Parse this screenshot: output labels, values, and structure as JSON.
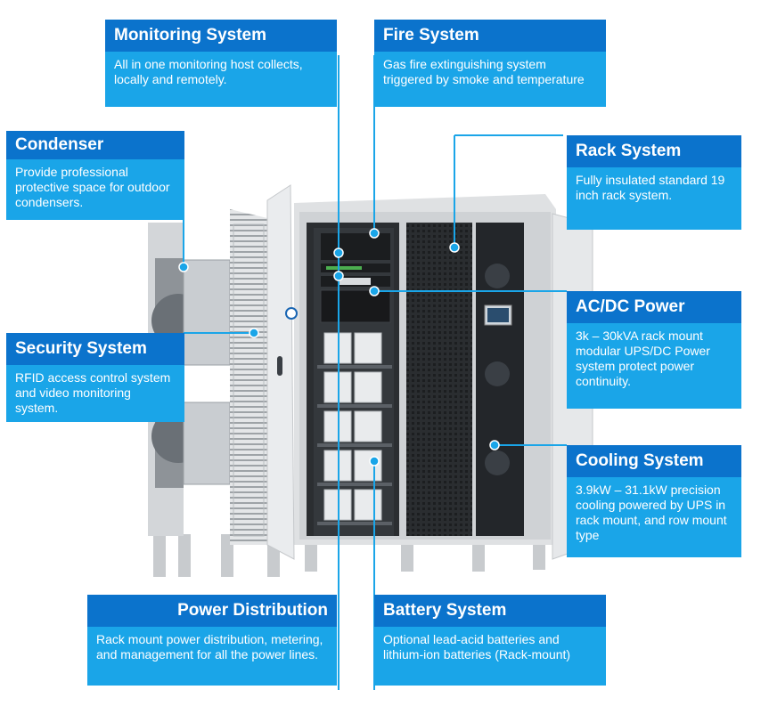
{
  "callouts": {
    "monitoring": {
      "title": "Monitoring System",
      "text": "All in one monitoring host collects, locally and remotely."
    },
    "fire": {
      "title": "Fire System",
      "text": "Gas fire extinguishing system triggered by smoke and temperature"
    },
    "condenser": {
      "title": "Condenser",
      "text": "Provide professional protective space for outdoor condensers."
    },
    "rack": {
      "title": "Rack System",
      "text": "Fully insulated standard 19 inch rack system."
    },
    "acdc": {
      "title": "AC/DC Power",
      "text": "3k – 30kVA rack mount modular UPS/DC Power system protect power continuity."
    },
    "security": {
      "title": "Security System",
      "text": "RFID access control system and video monitoring system."
    },
    "cooling": {
      "title": "Cooling System",
      "text": "3.9kW – 31.1kW precision cooling powered by UPS in rack mount, and row mount type"
    },
    "power_distribution": {
      "title": "Power Distribution",
      "text": "Rack mount power distribution, metering, and management for all the power lines."
    },
    "battery": {
      "title": "Battery System",
      "text": "Optional lead-acid batteries and lithium-ion batteries (Rack-mount)"
    }
  },
  "colors": {
    "header": "#0b73cc",
    "body": "#1aa5e8",
    "cabinet": "#d9dbdd",
    "rack": "#1f2225"
  }
}
